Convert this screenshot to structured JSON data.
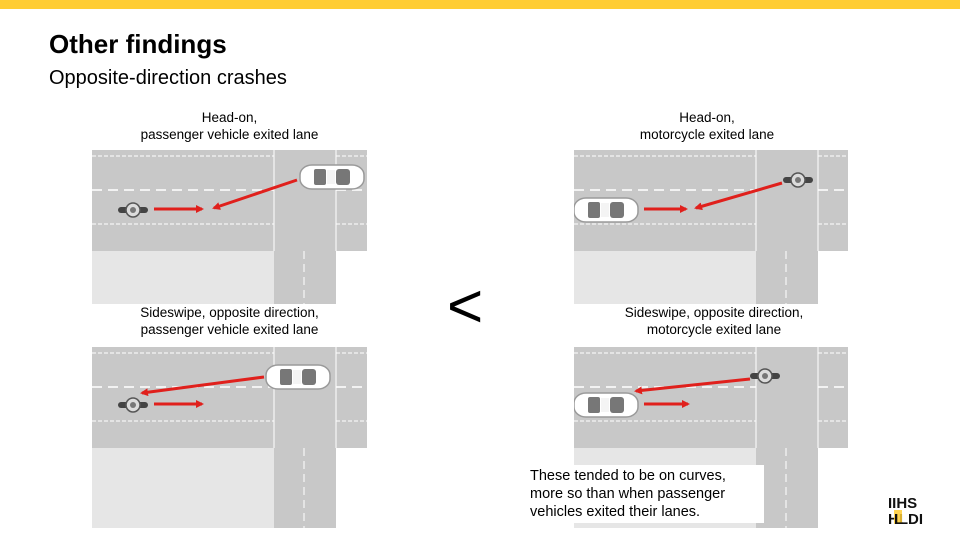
{
  "title": "Other findings",
  "subtitle": "Opposite-direction crashes",
  "panels": {
    "top_left_caption_l1": "Head-on,",
    "top_left_caption_l2": "passenger vehicle exited lane",
    "top_right_caption_l1": "Head-on,",
    "top_right_caption_l2": "motorcycle exited lane",
    "bottom_left_caption_l1": "Sideswipe, opposite direction,",
    "bottom_left_caption_l2": "passenger vehicle exited lane",
    "bottom_right_caption_l1": "Sideswipe, opposite direction,",
    "bottom_right_caption_l2": "motorcycle exited lane"
  },
  "comparison_symbol": "<",
  "note": "These tended to be on curves, more so than when passenger vehicles exited their lanes.",
  "logo": {
    "line1": "IIHS",
    "line2": "HLDI"
  },
  "colors": {
    "accent": "#ffcd34",
    "arrow": "#e0201c",
    "road": "#c8c8c8",
    "cross_road": "#e6e6e6"
  }
}
